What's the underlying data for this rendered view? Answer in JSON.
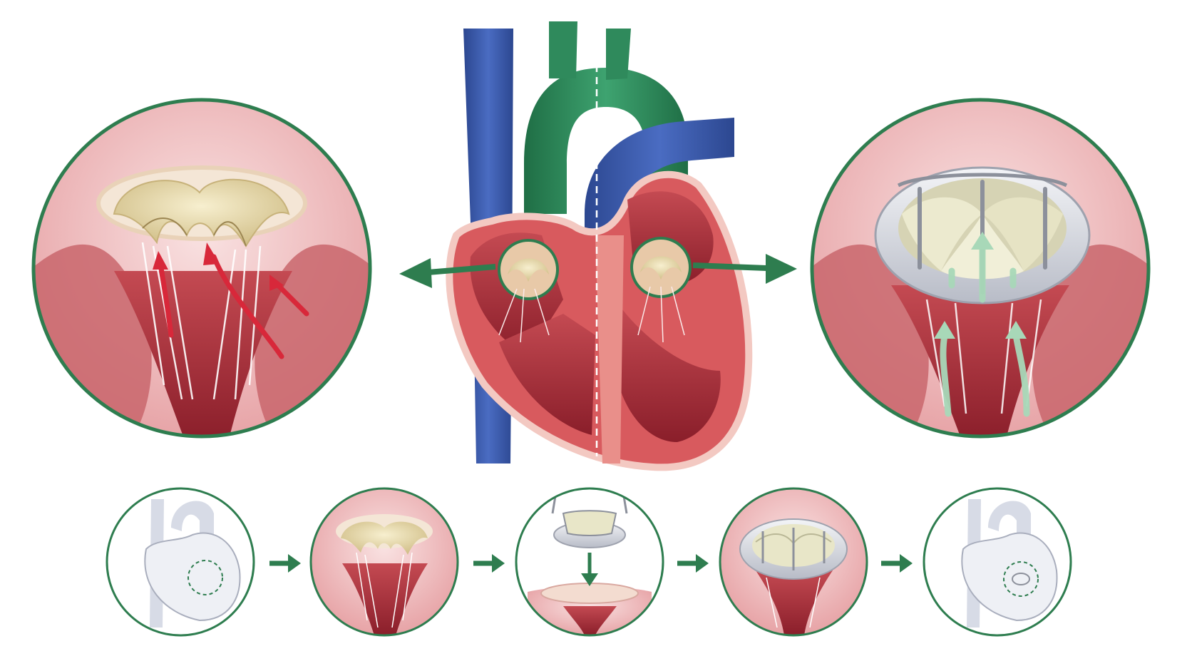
{
  "colors": {
    "ring": "#2e7d4f",
    "arrow": "#2e7d4f",
    "vein": "#3a5aa8",
    "aorta": "#2f8a5c",
    "muscle": "#c94a4e",
    "muscle_light": "#f0b8b8",
    "tissue": "#f6d6d6",
    "leaflet": "#e9dcb2",
    "implant_ring": "#d9dbe2",
    "implant_leaflet": "#e8e6c8",
    "regurgitation": "#d8283a",
    "forward_flow": "#a8d8b8"
  },
  "icons": {
    "left_arrow": "arrow-left-icon",
    "right_arrow": "arrow-right-icon",
    "step_arrow": "arrow-right-icon",
    "down_arrow": "arrow-down-icon"
  },
  "steps": [
    {
      "id": "step-1",
      "icon": "heart-outline-icon"
    },
    {
      "id": "step-2",
      "icon": "diseased-valve-icon"
    },
    {
      "id": "step-3",
      "icon": "valve-deploy-icon"
    },
    {
      "id": "step-4",
      "icon": "implanted-valve-icon"
    },
    {
      "id": "step-5",
      "icon": "heart-outline-repaired-icon"
    }
  ]
}
